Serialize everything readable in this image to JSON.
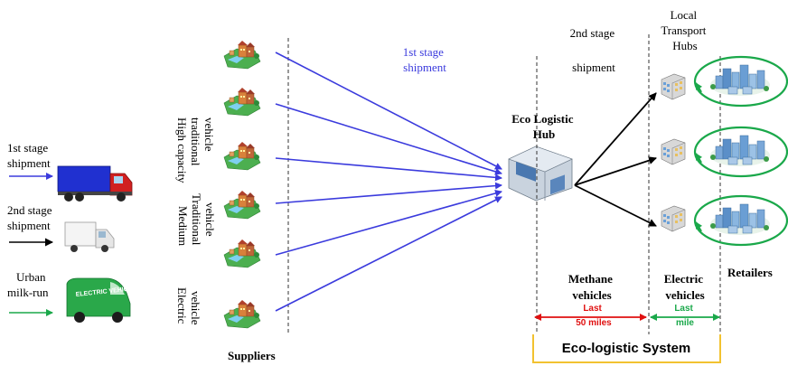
{
  "legend": {
    "stage1": [
      "1st stage",
      "shipment"
    ],
    "stage2": [
      "2nd stage",
      "shipment"
    ],
    "urban": [
      "Urban",
      "milk-run"
    ],
    "electric_van_text": "ELECTRIC VEHICLE"
  },
  "vehicle_labels": {
    "high_capacity": [
      "High capacity",
      "traditional",
      "vehicle"
    ],
    "medium": [
      "Medium",
      "Traditional",
      "vehicle"
    ],
    "electric": [
      "Electric",
      "vehicle"
    ]
  },
  "labels": {
    "suppliers": "Suppliers",
    "first_stage": [
      "1st stage",
      "shipment"
    ],
    "second_stage": [
      "2nd stage",
      "shipment"
    ],
    "hub": [
      "Eco Logistic",
      "Hub"
    ],
    "local_hubs": [
      "Local",
      "Transport",
      "Hubs"
    ],
    "retailers": "Retailers",
    "methane": [
      "Methane",
      "vehicles"
    ],
    "last_50": [
      "Last",
      "50 miles"
    ],
    "electric_vehicles": [
      "Electric",
      "vehicles"
    ],
    "last_mile": [
      "Last",
      "mile"
    ],
    "system": "Eco-logistic System"
  },
  "colors": {
    "stage1": "#3b3bdd",
    "stage2": "#000000",
    "urban": "#1aa84a",
    "red": "#e01010",
    "system_box": "#f2c230"
  }
}
